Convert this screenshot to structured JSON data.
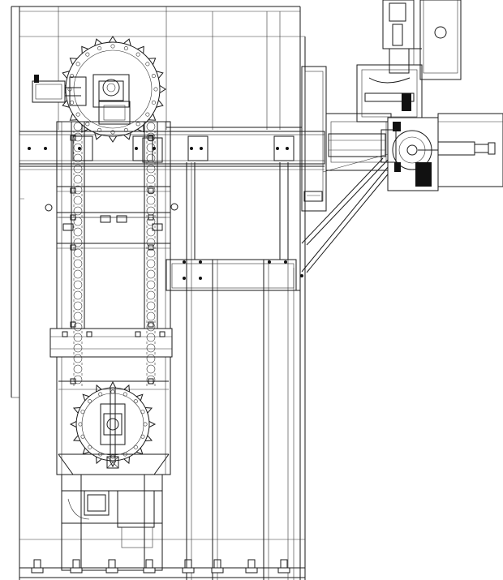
{
  "drawing": {
    "background": "#ffffff",
    "line_color": "#1a1a1a",
    "components": [
      "frame-outline",
      "vertical-conveyor-column",
      "top-sprocket-wheel",
      "bottom-sprocket-wheel",
      "drive-motor",
      "gearbox",
      "horizontal-beam",
      "transfer-arm",
      "gripper-head",
      "support-braces",
      "base-feet"
    ]
  }
}
